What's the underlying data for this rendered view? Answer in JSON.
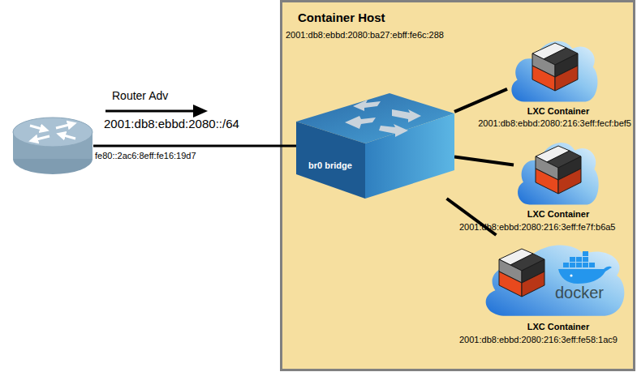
{
  "diagram": {
    "nodes": [
      {
        "text": [
          "fe80::2ac6:8eff:fe16:19d7"
        ]
      },
      {
        "text": [
          "Container Host",
          "2001:db8:ebbd:2080:ba27:ebff:fe6c:288"
        ]
      },
      {
        "text": [
          "br0 bridge"
        ],
        "in": 1
      },
      {
        "text": [
          "LXC Container",
          "2001:db8:ebbd:2080:216:3eff:fecf:bef5"
        ],
        "in": 1
      },
      {
        "text": [
          "LXC Container",
          "2001:db8:ebbd:2080:216:3eff:fe7f:b6a5"
        ],
        "in": 1
      },
      {
        "text": [
          "LXC Container",
          "2001:db8:ebbd:2080:216:3eff:fe58:1ac9"
        ],
        "in": 1
      }
    ],
    "edges": [
      {
        "from": 0,
        "to": 2,
        "arrow": "none"
      },
      {
        "from": 2,
        "to": 3,
        "arrow": "none"
      },
      {
        "from": 2,
        "to": 4,
        "arrow": "none"
      },
      {
        "from": 2,
        "to": 5,
        "arrow": "none"
      }
    ],
    "labels": [
      "Router Adv",
      "2001:db8:ebbd:2080::/64",
      "docker"
    ]
  }
}
